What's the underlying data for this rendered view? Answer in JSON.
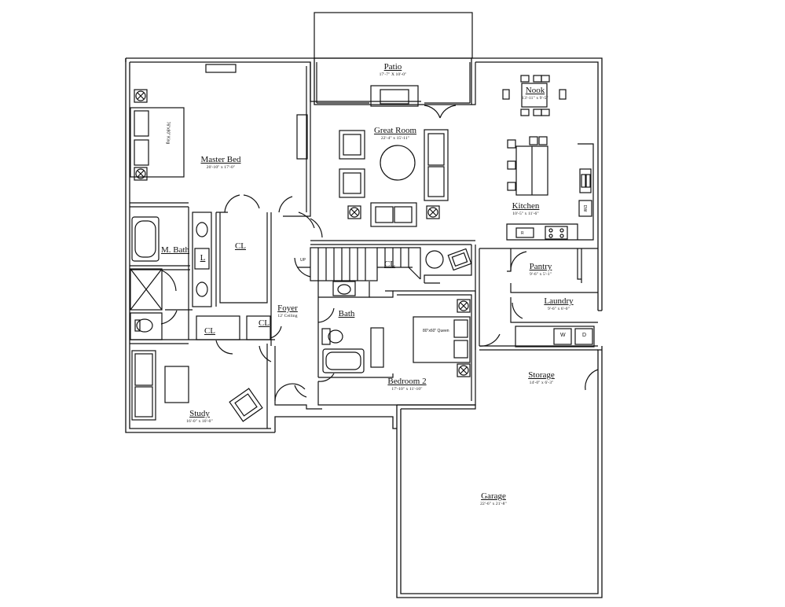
{
  "rooms": {
    "patio": {
      "name": "Patio",
      "dims": "17'-7\" X 10'-0\""
    },
    "nook": {
      "name": "Nook",
      "dims": "13'-11\" x 9'-5\""
    },
    "great_room": {
      "name": "Great Room",
      "dims": "22'-4\" x 15'-11\""
    },
    "master_bed": {
      "name": "Master Bed",
      "dims": "20'-10\" x 17'-0\""
    },
    "kitchen": {
      "name": "Kitchen",
      "dims": "10'-5\" x 11'-6\""
    },
    "m_bath": {
      "name": "M. Bath"
    },
    "cl_master": {
      "name": "CL"
    },
    "cl_stair": {
      "name": "CL"
    },
    "cl_foyer_a": {
      "name": "CL"
    },
    "cl_foyer_b": {
      "name": "CL"
    },
    "linen": {
      "name": "L"
    },
    "pantry": {
      "name": "Pantry",
      "dims": "9'-6\" x 5'-1\""
    },
    "laundry": {
      "name": "Laundry",
      "dims": "9'-6\" x 6'-0\""
    },
    "foyer": {
      "name": "Foyer",
      "dims": "12' Ceiling"
    },
    "bath": {
      "name": "Bath"
    },
    "bedroom2": {
      "name": "Bedroom 2",
      "dims": "17'-10\" x 11'-10\""
    },
    "storage": {
      "name": "Storage",
      "dims": "14'-0\" x 6'-3\""
    },
    "study": {
      "name": "Study",
      "dims": "16'-0\" x 10'-0\""
    },
    "garage": {
      "name": "Garage",
      "dims": "22'-6\" x 21'-8\""
    }
  },
  "fixtures": {
    "king_bed": "76\"x80\" King",
    "queen_bed": "80\"x60\" Queen",
    "stair_up": "UP",
    "washer": "W",
    "dryer": "D",
    "dishwasher": "DW",
    "range_label": "R"
  }
}
